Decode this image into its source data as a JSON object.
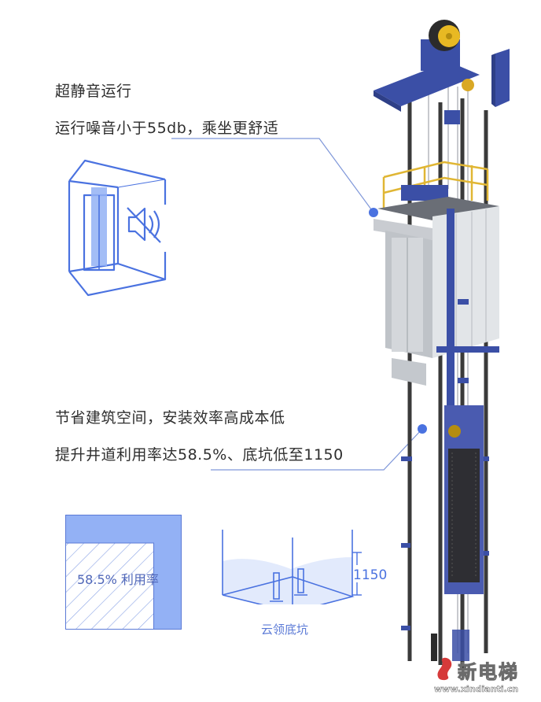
{
  "feature_quiet": {
    "title": "超静音运行",
    "desc": "运行噪音小于55db，乘坐更舒适",
    "icon": "muted-speaker-icon"
  },
  "feature_space": {
    "title": "节省建筑空间，安装效率高成本低",
    "desc": "提升井道利用率达58.5%、底坑低至1150"
  },
  "utilization_diagram": {
    "label": "58.5% 利用率"
  },
  "pit_diagram": {
    "dimension": "1150",
    "caption": "云领底坑"
  },
  "watermark": {
    "brand": "新电梯",
    "url": "www.xindianti.cn"
  },
  "colors": {
    "accent_blue": "#4a72e0",
    "light_blue": "#93b1f5",
    "machine_blue": "#3b4fa6",
    "rail_gray": "#3a3a3a",
    "gold": "#e8b923"
  }
}
